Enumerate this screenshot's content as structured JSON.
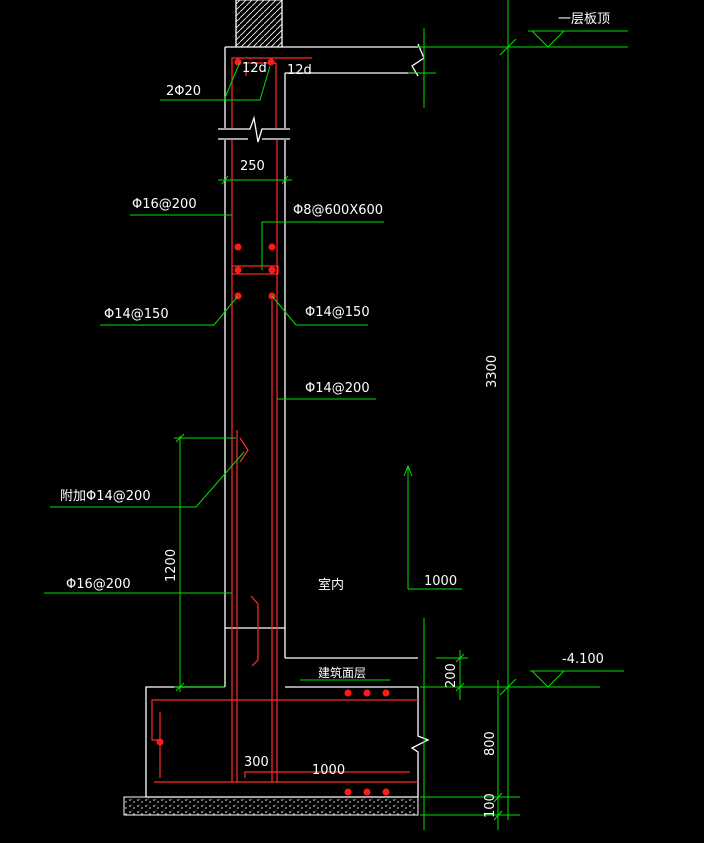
{
  "labels": {
    "floor_level": "一层板顶",
    "bars_2phi20": "2Φ20",
    "anchor_12d_left": "12d",
    "anchor_12d_right": "12d",
    "wall_thickness": "250",
    "vertical_outer_top": "Φ16@200",
    "tie_bars": "Φ8@600X600",
    "horizontal_left": "Φ14@150",
    "horizontal_right": "Φ14@150",
    "vertical_inner": "Φ14@200",
    "total_height": "3300",
    "additional_bar": "附加Φ14@200",
    "dim_1200": "1200",
    "vertical_outer_bottom": "Φ16@200",
    "indoor": "室内",
    "water_head": "1000",
    "building_surface": "建筑面层",
    "level_value": "-4.100",
    "dim_200": "200",
    "dim_800": "800",
    "footing_300": "300",
    "footing_1000": "1000",
    "dim_100": "100"
  },
  "colors": {
    "background": "#000000",
    "outline": "#ffffff",
    "dimension": "#00e000",
    "rebar": "#ff2a2a"
  }
}
